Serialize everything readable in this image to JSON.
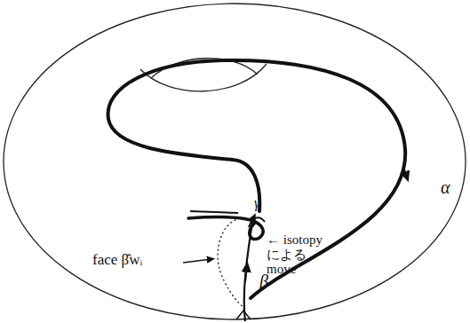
{
  "diagram": {
    "labels": [
      "α",
      "β",
      "γ",
      "face β̂wᵢ",
      "← isotopy による move"
    ]
  }
}
